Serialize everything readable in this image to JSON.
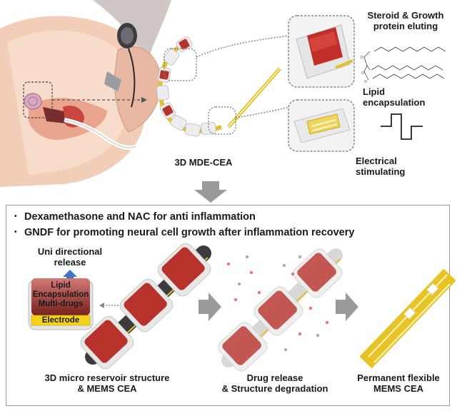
{
  "top": {
    "cea_label": "3D MDE-CEA",
    "steroid_label_line1": "Steroid & Growth",
    "steroid_label_line2": "protein eluting",
    "lipid_label_line1": "Lipid",
    "lipid_label_line2": "encapsulation",
    "electrical_label_line1": "Electrical",
    "electrical_label_line2": "stimulating"
  },
  "bottom": {
    "bullets": [
      "Dexamethasone and NAC for anti inflammation",
      "GNDF for promoting neural cell growth after inflammation recovery"
    ],
    "release_label_line1": "Uni directional",
    "release_label_line2": "release",
    "reservoir_text_line1": "Lipid",
    "reservoir_text_line2": "Encapsulation",
    "reservoir_text_line3": "Multi-drugs",
    "electrode_label": "Electrode",
    "stage1_line1": "3D micro reservoir structure",
    "stage1_line2": "& MEMS CEA",
    "stage2_line1": "Drug release",
    "stage2_line2": "& Structure degradation",
    "stage3_line1": "Permanent flexible",
    "stage3_line2": "MEMS CEA"
  },
  "colors": {
    "reservoir_red": "#b8322c",
    "electrode_yellow": "#f2d21a",
    "arrow_gray": "#9a9a9a",
    "release_arrow_blue": "#4472c4",
    "box_border": "#9a9a9a"
  }
}
